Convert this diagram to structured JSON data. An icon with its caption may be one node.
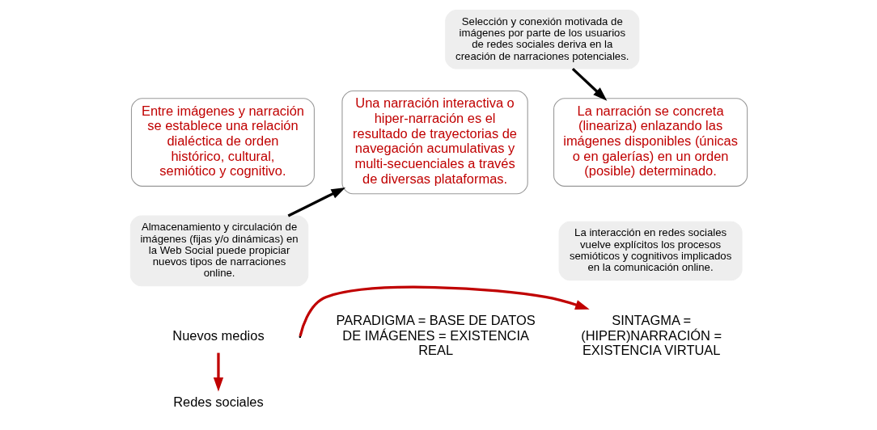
{
  "diagram": {
    "nodes": [
      {
        "text": [
          "Entre imágenes y narración se establece una relación dialéctica de orden histórico, cultural, semiótico y cognitivo."
        ]
      },
      {
        "text": [
          "Almacenamiento y circulación de imágenes (fijas y/o dinámicas) en la Web Social puede propiciar nuevos tipos de narraciones online."
        ]
      },
      {
        "text": [
          "Una narración interactiva o hiper-narración es el resultado de trayectorias de navegación acumulativas y multi-secuenciales a través de diversas plataformas."
        ]
      },
      {
        "text": [
          "Selección y conexión motivada de imágenes por parte de los usuarios de redes sociales deriva en la creación de narraciones potenciales."
        ]
      },
      {
        "text": [
          "La narración se concreta (lineariza) enlazando las imágenes disponibles (únicas o en galerías) en un orden (posible) determinado."
        ]
      },
      {
        "text": [
          "La interacción en redes sociales vuelve explícitos los procesos semióticos y cognitivos implicados en la comunicación online."
        ]
      },
      {
        "text": [
          "Nuevos medios"
        ]
      },
      {
        "text": [
          "Redes sociales"
        ]
      },
      {
        "text": [
          "SINTAGMA = (HIPER)NARRACIÓN = EXISTENCIA VIRTUAL"
        ]
      }
    ],
    "edges": [
      {
        "from": 1,
        "to": 2,
        "arrow": "to"
      },
      {
        "from": 3,
        "to": 4,
        "arrow": "to"
      },
      {
        "from": 6,
        "to": 7,
        "arrow": "to",
        "color": "#c00000"
      },
      {
        "from": null,
        "to": 8,
        "arrow": "to",
        "color": "#c00000"
      }
    ],
    "labels": [
      "PARADIGMA = BASE DE DATOS DE IMÁGENES = EXISTENCIA REAL"
    ]
  }
}
